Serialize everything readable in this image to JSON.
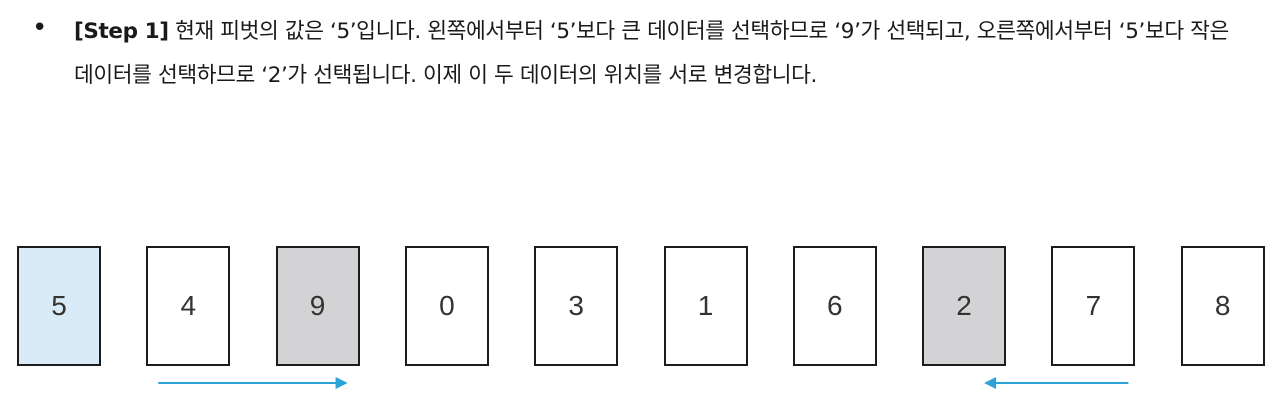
{
  "paragraph": {
    "bullet": "•",
    "step_label": "[Step 1]",
    "text": " 현재 피벗의 값은 ‘5’입니다. 왼쪽에서부터 ‘5’보다 큰 데이터를 선택하므로 ‘9’가 선택되고, 오른쪽에서부터 ‘5’보다 작은 데이터를 선택하므로 ‘2’가 선택됩니다. 이제 이 두 데이터의 위치를 서로 변경합니다."
  },
  "colors": {
    "pivet": "#d8ebf7",
    "selected": "#d3d3d5",
    "normal": "#ffffff",
    "arrow": "#2ba3d6"
  },
  "cards": [
    {
      "value": "5",
      "state": "pivot"
    },
    {
      "value": "4",
      "state": "normal"
    },
    {
      "value": "9",
      "state": "selected"
    },
    {
      "value": "0",
      "state": "normal"
    },
    {
      "value": "3",
      "state": "normal"
    },
    {
      "value": "1",
      "state": "normal"
    },
    {
      "value": "6",
      "state": "normal"
    },
    {
      "value": "2",
      "state": "selected"
    },
    {
      "value": "7",
      "state": "normal"
    },
    {
      "value": "8",
      "state": "normal"
    }
  ],
  "arrows": [
    {
      "direction": "right",
      "from_index": 1,
      "to_index": 2
    },
    {
      "direction": "left",
      "from_index": 8,
      "to_index": 7
    }
  ]
}
